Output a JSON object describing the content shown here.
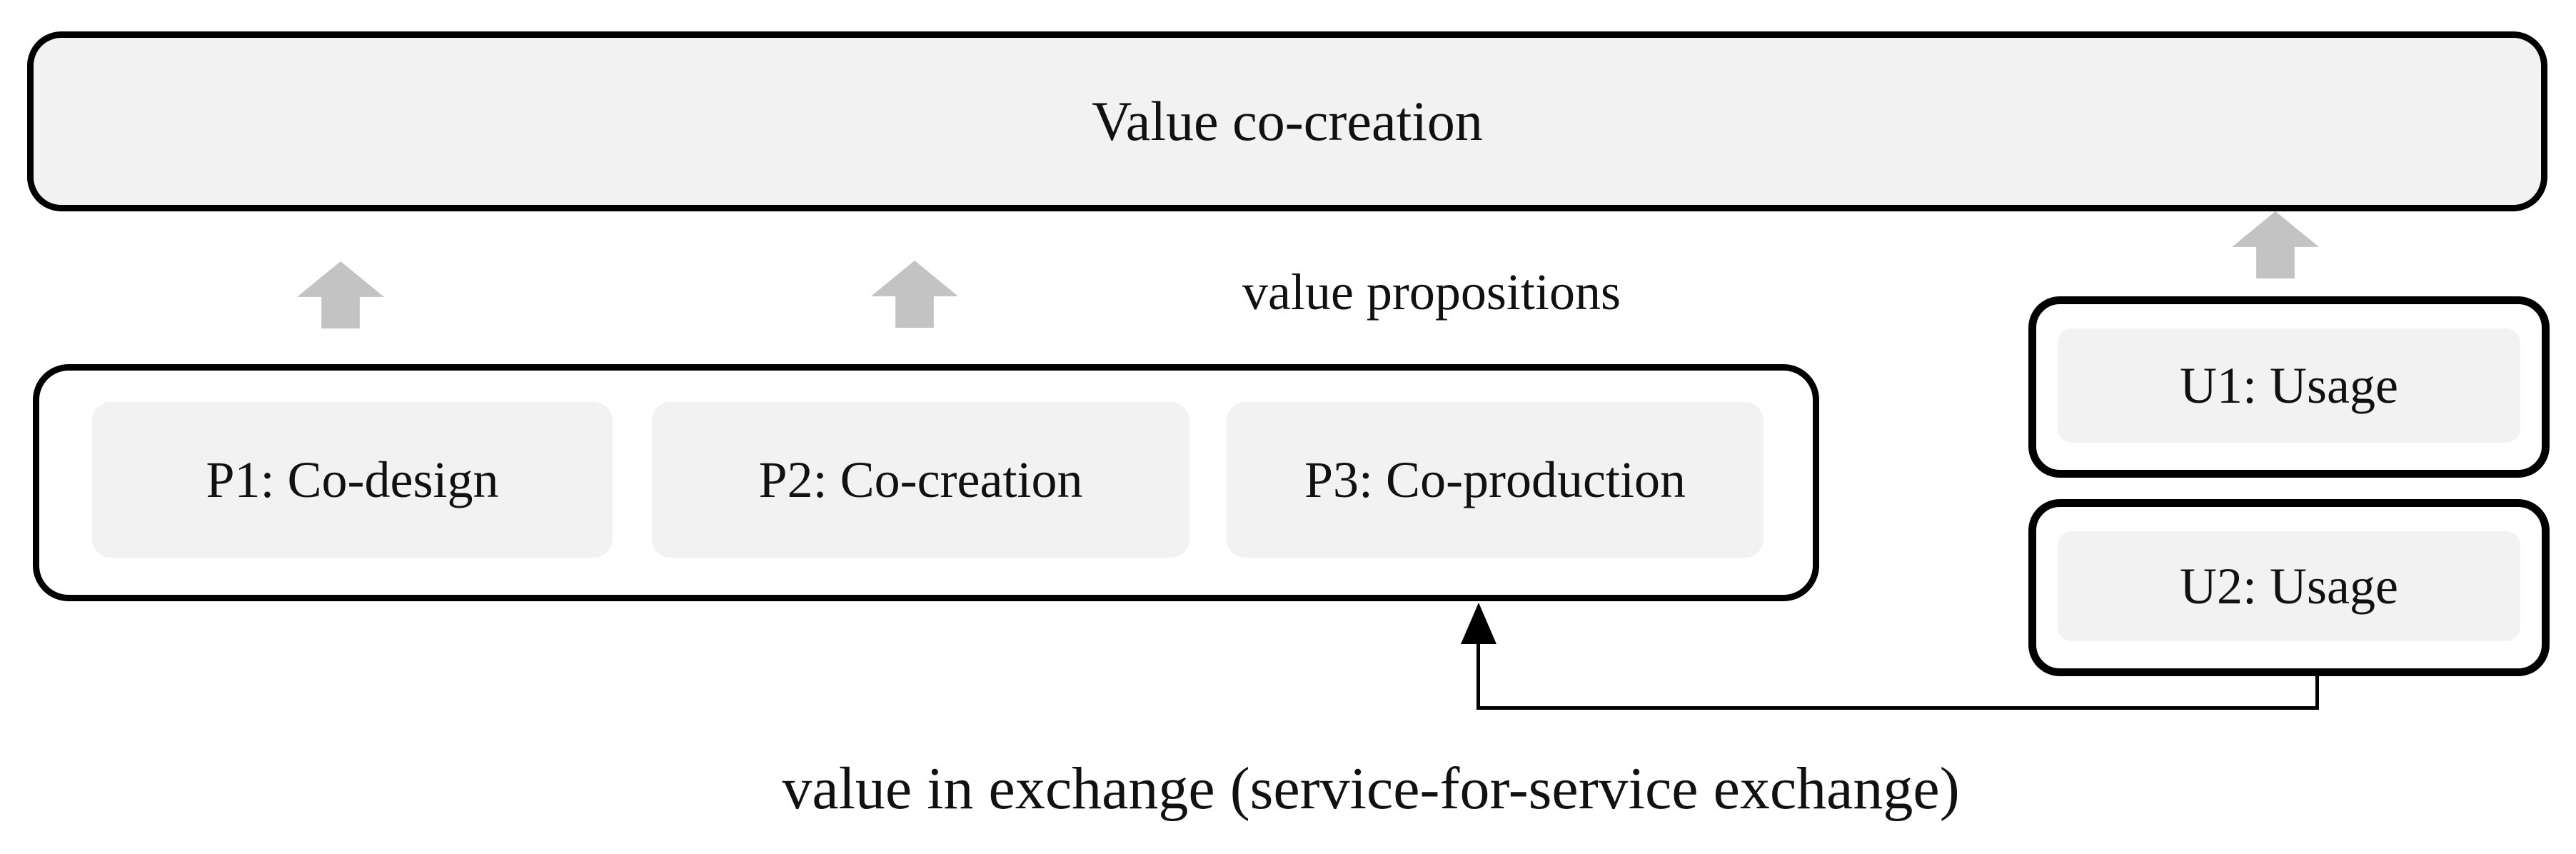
{
  "diagram": {
    "top_box": {
      "label": "Value co-creation"
    },
    "value_propositions_label": "value propositions",
    "provider_boxes": [
      {
        "id": "P1",
        "label": "P1: Co-design"
      },
      {
        "id": "P2",
        "label": "P2: Co-creation"
      },
      {
        "id": "P3",
        "label": "P3: Co-production"
      }
    ],
    "usage_boxes": [
      {
        "id": "U1",
        "label": "U1: Usage"
      },
      {
        "id": "U2",
        "label": "U2: Usage"
      }
    ],
    "bottom_label": "value in exchange (service-for-service exchange)",
    "icons": {
      "gray_up_arrows": "up-arrow-icon",
      "exchange_arrowhead": "up-arrowhead-icon"
    },
    "colors": {
      "background": "#ffffff",
      "box_fill": "#f2f2f2",
      "border": "#000000",
      "arrow_gray": "#c3c3c3"
    }
  }
}
